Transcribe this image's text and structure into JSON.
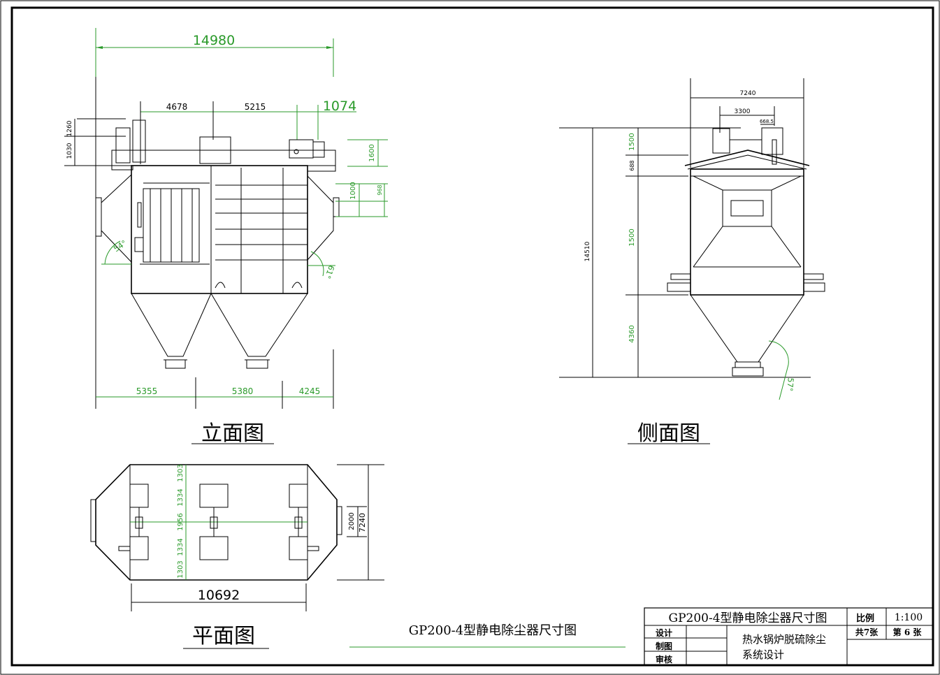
{
  "elevation": {
    "title": "立面图",
    "dims": {
      "overall": "14980",
      "seg1": "4678",
      "seg2": "5215",
      "seg3": "1074",
      "h1": "1260",
      "h2": "1030",
      "h3": "1600",
      "h4": "1000",
      "h5": "968",
      "b1": "5355",
      "b2": "5380",
      "b3": "4245",
      "ang1": "54°",
      "ang2": "61°"
    }
  },
  "side": {
    "title": "侧面图",
    "dims": {
      "w": "7240",
      "w2": "3300",
      "w3": "668.5",
      "total": "14510",
      "s1": "1500",
      "s2": "688",
      "s3": "1500",
      "s4": "4360",
      "ang": "57°"
    }
  },
  "plan": {
    "title": "平面图",
    "dims": {
      "v1": "1303",
      "v2": "1334",
      "v3": "1956",
      "v4": "1334",
      "v5": "1303",
      "r1": "2000",
      "r2": "7240",
      "width": "10692"
    }
  },
  "caption": "GP200-4型静电除尘器尺寸图",
  "title_block": {
    "name": "GP200-4型静电除尘器尺寸图",
    "scale_label": "比例",
    "scale_value": "1:100",
    "total_sheets": "共7张",
    "sheet_no": "第 6 张",
    "design": "设计",
    "drawing": "制图",
    "review": "审核",
    "project_line1": "热水锅炉脱硫除尘",
    "project_line2": "系统设计"
  }
}
